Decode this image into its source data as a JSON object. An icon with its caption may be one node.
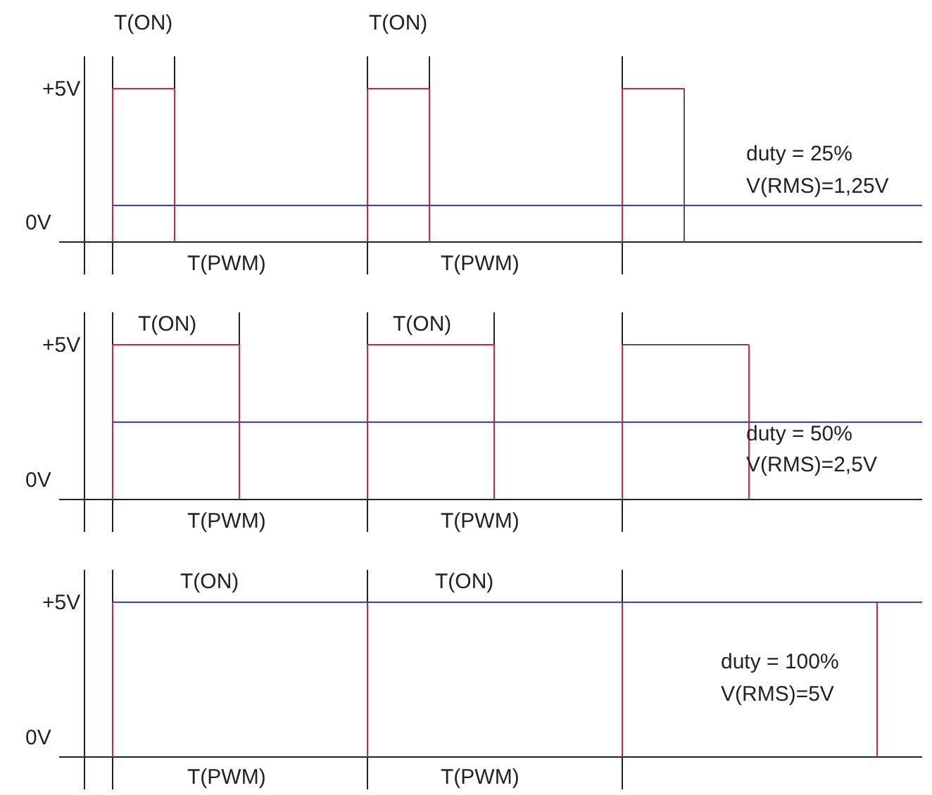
{
  "diagram": {
    "labels": [
      "T(ON)",
      "T(ON)",
      "+5V",
      "duty = 25%",
      "V(RMS)=1,25V",
      "0V",
      "T(PWM)",
      "T(PWM)",
      "T(ON)",
      "T(ON)",
      "+5V",
      "duty = 50%",
      "V(RMS)=2,5V",
      "0V",
      "T(PWM)",
      "T(PWM)",
      "T(ON)",
      "T(ON)",
      "+5V",
      "duty = 100%",
      "V(RMS)=5V",
      "0V",
      "T(PWM)",
      "T(PWM)"
    ]
  }
}
